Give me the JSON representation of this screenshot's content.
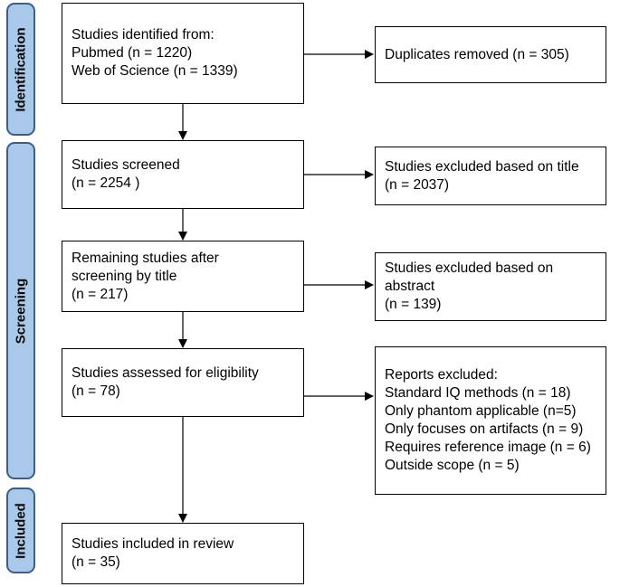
{
  "phases": {
    "identification": "Identification",
    "screening": "Screening",
    "included": "Included"
  },
  "left_boxes": {
    "identified": [
      "Studies identified from:",
      "Pubmed (n = 1220)",
      "Web of Science (n = 1339)"
    ],
    "screened": [
      "Studies screened",
      "(n = 2254 )"
    ],
    "remaining": [
      "Remaining studies after",
      "screening by title",
      "(n = 217)"
    ],
    "assessed": [
      "Studies assessed for eligibility",
      "(n = 78)"
    ],
    "included": [
      "Studies included in review",
      "(n = 35)"
    ]
  },
  "right_boxes": {
    "duplicates": [
      "Duplicates removed (n = 305)"
    ],
    "excluded_title": [
      "Studies excluded based on title",
      "(n = 2037)"
    ],
    "excluded_abstract": [
      "Studies excluded based on",
      "abstract",
      "(n = 139)"
    ],
    "reports_excluded": [
      "Reports excluded:",
      "Standard IQ methods (n = 18)",
      "Only phantom applicable (n=5)",
      "Only focuses on artifacts (n = 9)",
      "Requires reference image (n = 6)",
      "Outside scope (n = 5)"
    ]
  }
}
